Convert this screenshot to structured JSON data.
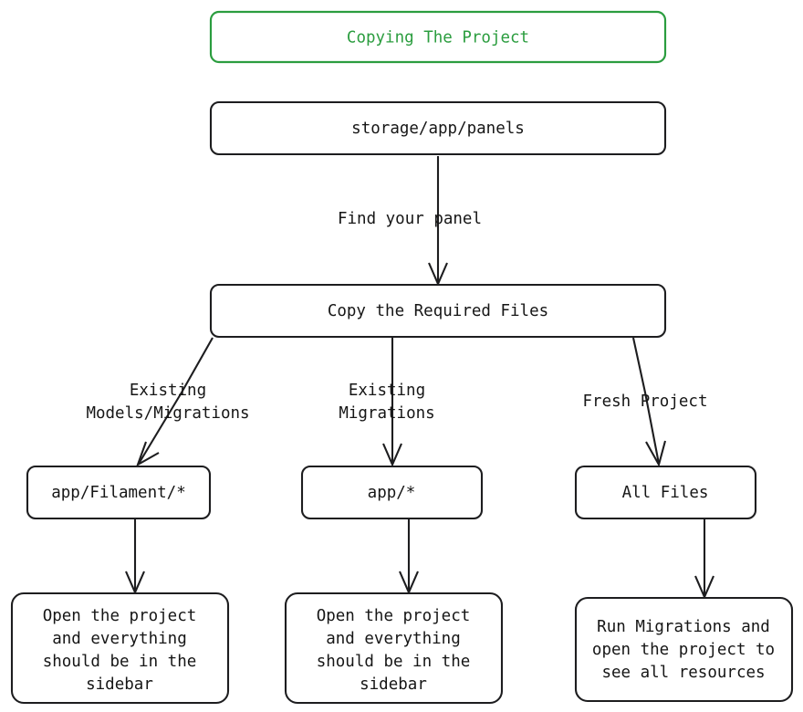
{
  "diagram": {
    "type": "flowchart",
    "direction": "top-down",
    "background_color": "#ffffff",
    "accent_color": "#2b9d3f",
    "default_color": "#1d1d1f",
    "title_node": {
      "id": "title",
      "label": "Copying The Project",
      "color": "#2b9d3f",
      "shape": "rounded-rect"
    },
    "nodes": [
      {
        "id": "storage",
        "label": "storage/app/panels",
        "lines": [
          "storage/app/panels"
        ],
        "shape": "rounded-rect",
        "color": "#1d1d1f"
      },
      {
        "id": "copy",
        "label": "Copy the Required Files",
        "lines": [
          "Copy the Required Files"
        ],
        "shape": "rounded-rect",
        "color": "#1d1d1f"
      },
      {
        "id": "filament",
        "label": "app/Filament/*",
        "lines": [
          "app/Filament/*"
        ],
        "shape": "rounded-rect",
        "color": "#1d1d1f"
      },
      {
        "id": "app",
        "label": "app/*",
        "lines": [
          "app/*"
        ],
        "shape": "rounded-rect",
        "color": "#1d1d1f"
      },
      {
        "id": "allfiles",
        "label": "All Files",
        "lines": [
          "All Files"
        ],
        "shape": "rounded-rect",
        "color": "#1d1d1f"
      },
      {
        "id": "result-left",
        "label": "Open the project and everything should be in the sidebar",
        "lines": [
          "Open the project",
          "and everything",
          "should be in the",
          "sidebar"
        ],
        "shape": "rounded-rect",
        "color": "#1d1d1f"
      },
      {
        "id": "result-mid",
        "label": "Open the project and everything should be in the sidebar",
        "lines": [
          "Open the project",
          "and everything",
          "should be in the",
          "sidebar"
        ],
        "shape": "rounded-rect",
        "color": "#1d1d1f"
      },
      {
        "id": "result-right",
        "label": "Run Migrations and open the project to see all resources",
        "lines": [
          "Run Migrations and",
          "open the project to",
          "see all resources"
        ],
        "shape": "rounded-rect",
        "color": "#1d1d1f"
      }
    ],
    "edges": [
      {
        "id": "edge-storage-copy",
        "from": "storage",
        "to": "copy",
        "label": "Find your panel",
        "lines": [
          "Find your panel"
        ],
        "arrow": "open"
      },
      {
        "id": "edge-copy-filament",
        "from": "copy",
        "to": "filament",
        "label": "Existing Models/Migrations",
        "lines": [
          "Existing",
          "Models/Migrations"
        ],
        "arrow": "open"
      },
      {
        "id": "edge-copy-app",
        "from": "copy",
        "to": "app",
        "label": "Existing Migrations",
        "lines": [
          "Existing",
          "Migrations"
        ],
        "arrow": "open"
      },
      {
        "id": "edge-copy-allfiles",
        "from": "copy",
        "to": "allfiles",
        "label": "Fresh Project",
        "lines": [
          "Fresh Project"
        ],
        "arrow": "open"
      },
      {
        "id": "edge-filament-result",
        "from": "filament",
        "to": "result-left",
        "label": "",
        "lines": [],
        "arrow": "open"
      },
      {
        "id": "edge-app-result",
        "from": "app",
        "to": "result-mid",
        "label": "",
        "lines": [],
        "arrow": "open"
      },
      {
        "id": "edge-allfiles-result",
        "from": "allfiles",
        "to": "result-right",
        "label": "",
        "lines": [],
        "arrow": "open"
      }
    ]
  }
}
